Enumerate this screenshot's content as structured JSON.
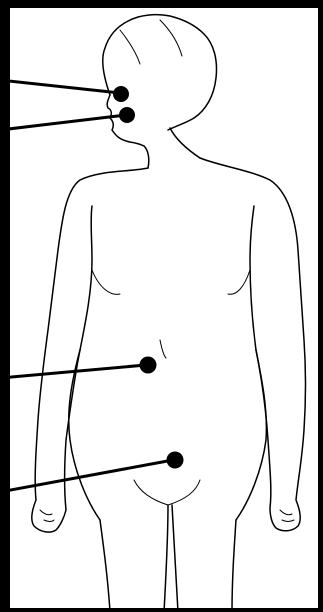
{
  "figure": {
    "subject": "human-body-outline",
    "background_color": "#000000",
    "canvas_color": "#ffffff",
    "line_color": "#000000"
  },
  "markers": [
    {
      "name": "nose-marker",
      "label": ""
    },
    {
      "name": "mouth-marker",
      "label": ""
    },
    {
      "name": "abdomen-marker",
      "label": ""
    },
    {
      "name": "pelvis-marker",
      "label": ""
    }
  ]
}
